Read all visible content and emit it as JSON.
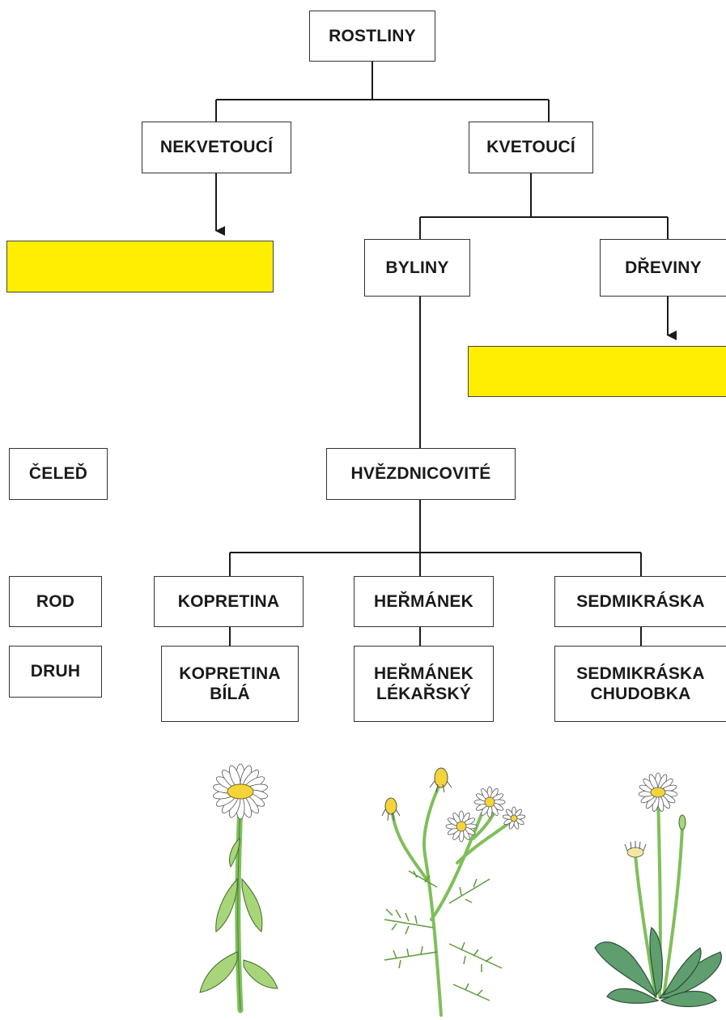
{
  "tree": {
    "root": "ROSTLINY",
    "level1": {
      "left": "NEKVETOUCÍ",
      "right": "KVETOUCÍ"
    },
    "level2": {
      "left": "BYLINY",
      "right": "DŘEVINY"
    },
    "family": "HVĚZDNICOVITÉ",
    "genera": [
      "KOPRETINA",
      "HEŘMÁNEK",
      "SEDMIKRÁSKA"
    ],
    "species": [
      "KOPRETINA\nBÍLÁ",
      "HEŘMÁNEK\nLÉKAŘSKÝ",
      "SEDMIKRÁSKA\nCHUDOBKA"
    ]
  },
  "ranks": {
    "family": "ČELEĎ",
    "genus": "ROD",
    "species": "DRUH"
  },
  "blanks": {
    "nonflowering_answer": "",
    "woody_answer": ""
  },
  "colors": {
    "blank_fill": "#ffee00",
    "stem": "#8cc46a",
    "leaf": "#a8d57a",
    "petal": "#ffffff",
    "center": "#f3d53a"
  }
}
